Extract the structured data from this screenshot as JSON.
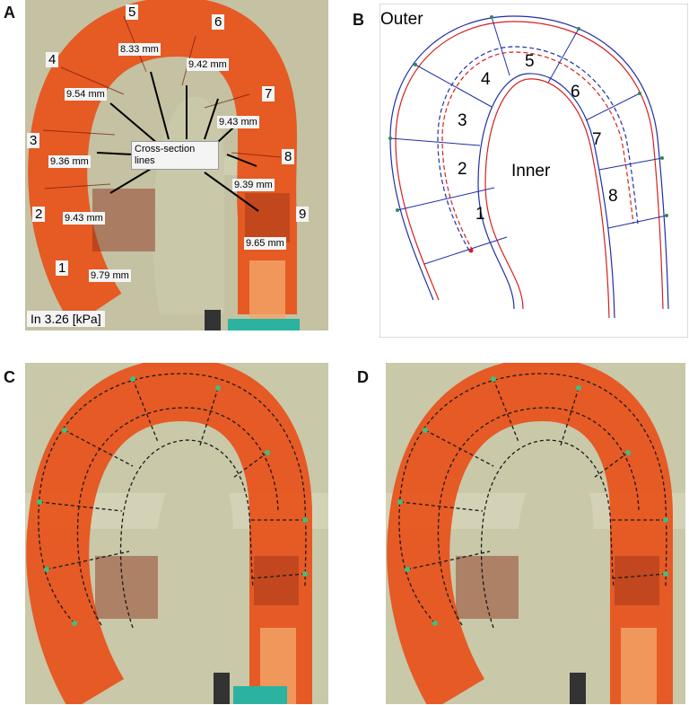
{
  "panels": {
    "a": {
      "letter": "A",
      "pressure_text": "In 3.26 [kPa]",
      "callout": {
        "line1": "Cross-section",
        "line2": "lines"
      },
      "sections": [
        {
          "number": "1",
          "thickness": "9.79 mm"
        },
        {
          "number": "2",
          "thickness": "9.43 mm"
        },
        {
          "number": "3",
          "thickness": "9.36 mm"
        },
        {
          "number": "4",
          "thickness": "9.54 mm"
        },
        {
          "number": "5",
          "thickness": "8.33 mm"
        },
        {
          "number": "6",
          "thickness": "9.42 mm"
        },
        {
          "number": "7",
          "thickness": "9.43 mm"
        },
        {
          "number": "8",
          "thickness": "9.39 mm"
        },
        {
          "number": "9",
          "thickness": "9.65 mm"
        }
      ]
    },
    "b": {
      "letter": "B",
      "outer_label": "Outer",
      "inner_label": "Inner",
      "segments": [
        "1",
        "2",
        "3",
        "4",
        "5",
        "6",
        "7",
        "8"
      ]
    },
    "c": {
      "letter": "C"
    },
    "d": {
      "letter": "D"
    }
  },
  "colors": {
    "phantom": "#e8541e",
    "phantom_dark": "#c8401a",
    "photo_background": "#c9c8a9",
    "outline_blue": "#1f2fa8",
    "outline_red": "#d42020",
    "marker_green": "#3fbf7f"
  }
}
